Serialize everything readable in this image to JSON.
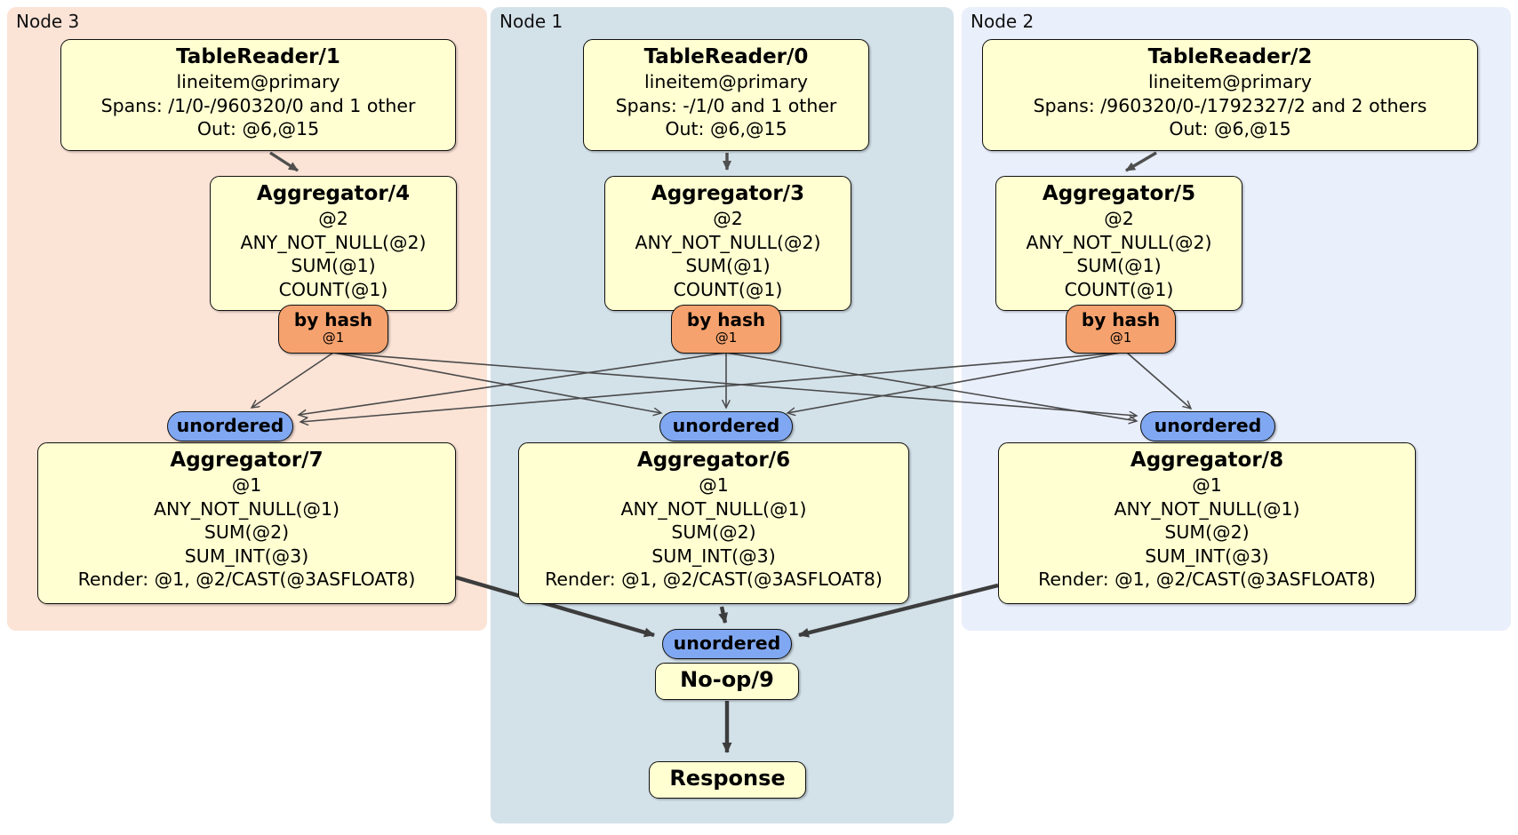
{
  "nodes": [
    {
      "id": "node3",
      "label": "Node 3"
    },
    {
      "id": "node1",
      "label": "Node 1"
    },
    {
      "id": "node2",
      "label": "Node 2"
    }
  ],
  "processors": {
    "tablereader1": {
      "title": "TableReader/1",
      "details": [
        "lineitem@primary",
        "Spans: /1/0-/960320/0 and 1 other",
        "Out: @6,@15"
      ]
    },
    "tablereader0": {
      "title": "TableReader/0",
      "details": [
        "lineitem@primary",
        "Spans: -/1/0 and 1 other",
        "Out: @6,@15"
      ]
    },
    "tablereader2": {
      "title": "TableReader/2",
      "details": [
        "lineitem@primary",
        "Spans: /960320/0-/1792327/2 and 2 others",
        "Out: @6,@15"
      ]
    },
    "aggregator4": {
      "title": "Aggregator/4",
      "details": [
        "@2",
        "ANY_NOT_NULL(@2)",
        "SUM(@1)",
        "COUNT(@1)"
      ]
    },
    "aggregator3": {
      "title": "Aggregator/3",
      "details": [
        "@2",
        "ANY_NOT_NULL(@2)",
        "SUM(@1)",
        "COUNT(@1)"
      ]
    },
    "aggregator5": {
      "title": "Aggregator/5",
      "details": [
        "@2",
        "ANY_NOT_NULL(@2)",
        "SUM(@1)",
        "COUNT(@1)"
      ]
    },
    "aggregator7": {
      "title": "Aggregator/7",
      "details": [
        "@1",
        "ANY_NOT_NULL(@1)",
        "SUM(@2)",
        "SUM_INT(@3)",
        "Render: @1, @2/CAST(@3ASFLOAT8)"
      ]
    },
    "aggregator6": {
      "title": "Aggregator/6",
      "details": [
        "@1",
        "ANY_NOT_NULL(@1)",
        "SUM(@2)",
        "SUM_INT(@3)",
        "Render: @1, @2/CAST(@3ASFLOAT8)"
      ]
    },
    "aggregator8": {
      "title": "Aggregator/8",
      "details": [
        "@1",
        "ANY_NOT_NULL(@1)",
        "SUM(@2)",
        "SUM_INT(@3)",
        "Render: @1, @2/CAST(@3ASFLOAT8)"
      ]
    },
    "noop9": {
      "title": "No-op/9"
    },
    "response": {
      "title": "Response"
    }
  },
  "routers": {
    "by_hash": {
      "label": "by hash",
      "key": "@1"
    }
  },
  "streams": {
    "unordered_label": "unordered"
  },
  "colors": {
    "node3_bg": "#fbe3d6",
    "node1_bg": "#d3e1e9",
    "node2_bg": "#e9effb",
    "processor_bg": "#ffffd2",
    "router_bg": "#f6a26e",
    "stream_bg": "#80a8f2",
    "edge": "#4a4a4a"
  }
}
